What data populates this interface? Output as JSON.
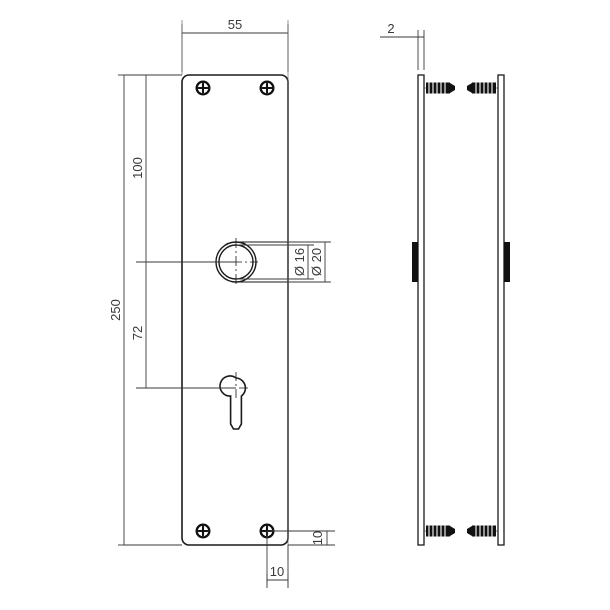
{
  "drawing": {
    "title": "Door handle back plate technical drawing",
    "units": "mm",
    "line_color": "#1a1a1a",
    "dim_color": "#3a3a3a",
    "background": "#ffffff"
  },
  "front_view": {
    "name": "front-view",
    "plate": {
      "width_label": "55",
      "height_label": "250",
      "corner_radius": "rounded"
    },
    "features": {
      "knob_hole_outer_label": "Ø 20",
      "knob_hole_inner_label": "Ø 16",
      "keyhole": "keyhole-cutout"
    },
    "screws": [
      {
        "name": "screw-top-left"
      },
      {
        "name": "screw-top-right"
      },
      {
        "name": "screw-bottom-left"
      },
      {
        "name": "screw-bottom-right"
      }
    ]
  },
  "dimensions": {
    "width_top": "55",
    "overall_height": "250",
    "top_to_knob": "100",
    "knob_to_keyhole": "72",
    "screw_edge_vertical": "10",
    "screw_edge_horizontal": "10",
    "plate_thickness": "2",
    "hole_outer": "Ø 20",
    "hole_inner": "Ø 16"
  },
  "side_views": [
    {
      "name": "side-view-left",
      "label": ""
    },
    {
      "name": "side-view-right",
      "label": ""
    }
  ]
}
